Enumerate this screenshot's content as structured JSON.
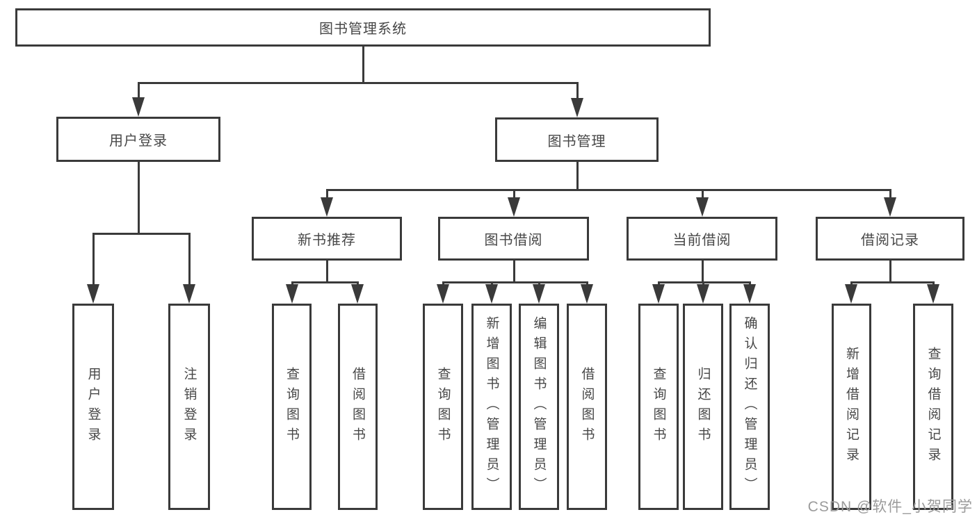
{
  "diagram": {
    "title": "图书管理系统",
    "root": "图书管理系统",
    "level2": {
      "user_login": "用户登录",
      "book_mgmt": "图书管理"
    },
    "level3": {
      "new_books": "新书推荐",
      "book_borrow": "图书借阅",
      "current_borrow": "当前借阅",
      "borrow_records": "借阅记录"
    },
    "leaves": {
      "user_login": "用户登录",
      "logout": "注销登录",
      "nb_query": "查询图书",
      "nb_borrow": "借阅图书",
      "bb_query": "查询图书",
      "bb_add": "新增图书（管理员）",
      "bb_edit": "编辑图书（管理员）",
      "bb_borrow": "借阅图书",
      "cb_query": "查询图书",
      "cb_return": "归还图书",
      "cb_confirm": "确认归还（管理员）",
      "br_add": "新增借阅记录",
      "br_query": "查询借阅记录"
    },
    "watermark": "CSDN @软件_小贺同学",
    "colors": {
      "line": "#3a3a3a",
      "text": "#474747",
      "watermark": "#9b9b9b",
      "background": "#ffffff"
    }
  }
}
